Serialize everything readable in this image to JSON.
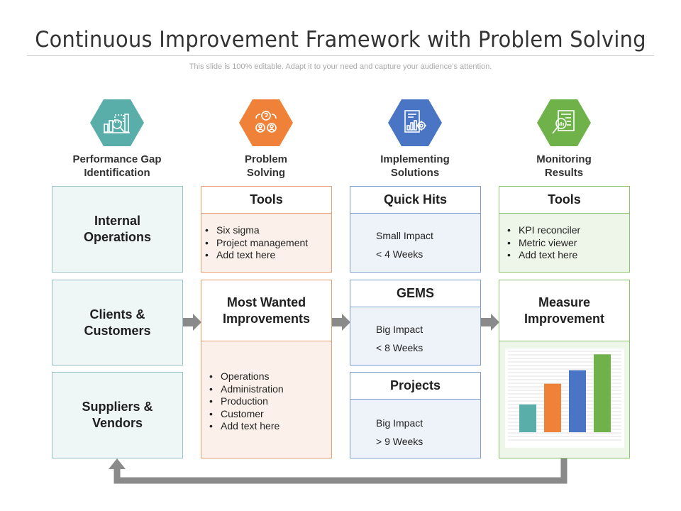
{
  "header": {
    "title": "Continuous Improvement Framework with Problem Solving",
    "subtitle": "This slide is 100% editable. Adapt it to your need and capture your audience’s attention."
  },
  "colors": {
    "teal": "#5aaeaa",
    "orange": "#ef8139",
    "blue": "#4a75c5",
    "green": "#6fb24a",
    "gray_arrow": "#8a8a8a"
  },
  "columns": [
    {
      "title": "Performance Gap\nIdentification",
      "icon": "performance-chart-magnifier-icon"
    },
    {
      "title": "Problem\nSolving",
      "icon": "problem-solving-people-icon"
    },
    {
      "title": "Implementing\nSolutions",
      "icon": "implementation-document-gear-icon"
    },
    {
      "title": "Monitoring\nResults",
      "icon": "monitoring-report-magnifier-icon"
    }
  ],
  "col1": {
    "rows": [
      "Internal\nOperations",
      "Clients &\nCustomers",
      "Suppliers &\nVendors"
    ]
  },
  "col2": {
    "tools_title": "Tools",
    "tools_items": [
      "Six sigma",
      "Project management",
      "Add text here"
    ],
    "mwi_title": "Most Wanted\nImprovements",
    "mwi_items": [
      "Operations",
      "Administration",
      "Production",
      "Customer",
      "Add text here"
    ]
  },
  "col3": {
    "panels": [
      {
        "title": "Quick Hits",
        "impact": "Small Impact",
        "weeks": "< 4  Weeks"
      },
      {
        "title": "GEMS",
        "impact": "Big Impact",
        "weeks": "< 8  Weeks"
      },
      {
        "title": "Projects",
        "impact": "Big Impact",
        "weeks": "> 9  Weeks"
      }
    ]
  },
  "col4": {
    "tools_title": "Tools",
    "tools_items": [
      "KPI reconciler",
      "Metric viewer",
      "Add text here"
    ],
    "measure_title": "Measure\nImprovement",
    "chart_bars": [
      {
        "value": 0.35,
        "color": "#5aaeaa"
      },
      {
        "value": 0.61,
        "color": "#ef8139"
      },
      {
        "value": 0.78,
        "color": "#4a75c5"
      },
      {
        "value": 0.98,
        "color": "#6fb24a"
      }
    ]
  }
}
